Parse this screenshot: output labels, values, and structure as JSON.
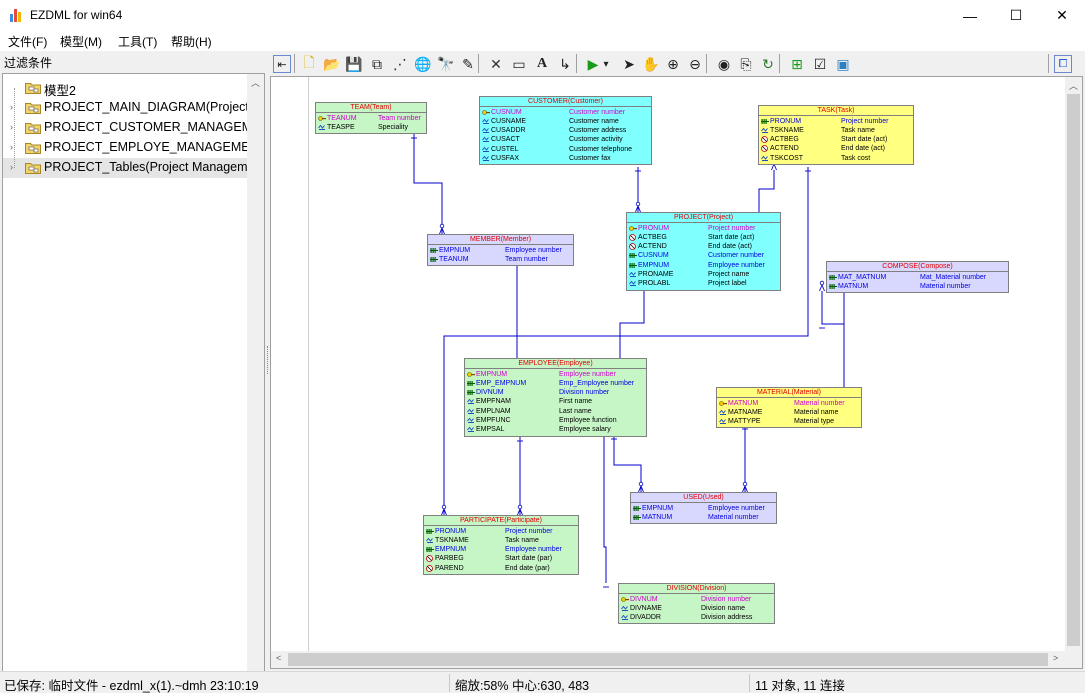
{
  "window": {
    "title": "EZDML for win64",
    "minimize": "—",
    "maximize": "☐",
    "close": "✕"
  },
  "menu": [
    {
      "label": "文件(F)"
    },
    {
      "label": "模型(M)"
    },
    {
      "label": "工具(T)"
    },
    {
      "label": "帮助(H)"
    }
  ],
  "left_panel": {
    "filter_label": "过滤条件",
    "tree": [
      {
        "label": "模型2"
      },
      {
        "label": "PROJECT_MAIN_DIAGRAM(Project"
      },
      {
        "label": "PROJECT_CUSTOMER_MANAGEME"
      },
      {
        "label": "PROJECT_EMPLOYE_MANAGEMEN"
      },
      {
        "label": "PROJECT_Tables(Project Managem"
      }
    ]
  },
  "toolbar": {
    "icons": [
      "panel-toggle-icon",
      "new-icon",
      "open-icon",
      "save-icon",
      "copy-icon",
      "layout-icon",
      "globe-icon",
      "find-icon",
      "pen-icon",
      "delete-icon",
      "rect-icon",
      "text-icon",
      "link-icon",
      "run-icon",
      "dropdown-icon",
      "pointer-icon",
      "hand-icon",
      "zoom-in-icon",
      "zoom-out-icon",
      "eye-icon",
      "export-icon",
      "refresh-icon",
      "add-table-icon",
      "properties-icon",
      "image-icon",
      "window-icon"
    ]
  },
  "entities": {
    "team": {
      "title": "TEAM(Team)",
      "rows": [
        {
          "name": "TEANUM",
          "desc": "Team number",
          "kind": "pk",
          "icon": "key-icon"
        },
        {
          "name": "TEASPE",
          "desc": "Speciality",
          "kind": "",
          "icon": "field-icon"
        }
      ]
    },
    "customer": {
      "title": "CUSTOMER(Customer)",
      "rows": [
        {
          "name": "CUSNUM",
          "desc": "Customer number",
          "kind": "pk",
          "icon": "key-icon"
        },
        {
          "name": "CUSNAME",
          "desc": "Customer name",
          "kind": "",
          "icon": "field-icon"
        },
        {
          "name": "CUSADDR",
          "desc": "Customer address",
          "kind": "",
          "icon": "field-icon"
        },
        {
          "name": "CUSACT",
          "desc": "Customer activity",
          "kind": "",
          "icon": "field-icon"
        },
        {
          "name": "CUSTEL",
          "desc": "Customer telephone",
          "kind": "",
          "icon": "field-icon"
        },
        {
          "name": "CUSFAX",
          "desc": "Customer fax",
          "kind": "",
          "icon": "field-icon"
        }
      ]
    },
    "task": {
      "title": "TASK(Task)",
      "rows": [
        {
          "name": "PRONUM",
          "desc": "Project number",
          "kind": "fk",
          "icon": "fk-icon"
        },
        {
          "name": "TSKNAME",
          "desc": "Task name",
          "kind": "",
          "icon": "pk-field-icon"
        },
        {
          "name": "ACTBEG",
          "desc": "Start date (act)",
          "kind": "",
          "icon": "date-icon"
        },
        {
          "name": "ACTEND",
          "desc": "End date (act)",
          "kind": "",
          "icon": "date-icon"
        },
        {
          "name": "TSKCOST",
          "desc": "Task cost",
          "kind": "",
          "icon": "field-icon"
        }
      ]
    },
    "member": {
      "title": "MEMBER(Member)",
      "rows": [
        {
          "name": "EMPNUM",
          "desc": "Employee number",
          "kind": "fk",
          "icon": "fk-icon"
        },
        {
          "name": "TEANUM",
          "desc": "Team number",
          "kind": "fk",
          "icon": "fk-icon"
        }
      ]
    },
    "project": {
      "title": "PROJECT(Project)",
      "rows": [
        {
          "name": "PRONUM",
          "desc": "Project number",
          "kind": "pk",
          "icon": "key-icon"
        },
        {
          "name": "ACTBEG",
          "desc": "Start date (act)",
          "kind": "",
          "icon": "date-icon"
        },
        {
          "name": "ACTEND",
          "desc": "End date (act)",
          "kind": "",
          "icon": "date-icon"
        },
        {
          "name": "CUSNUM",
          "desc": "Customer number",
          "kind": "fk",
          "icon": "fk-icon"
        },
        {
          "name": "EMPNUM",
          "desc": "Employee number",
          "kind": "fk",
          "icon": "fk-icon"
        },
        {
          "name": "PRONAME",
          "desc": "Project name",
          "kind": "",
          "icon": "field-icon"
        },
        {
          "name": "PROLABL",
          "desc": "Project label",
          "kind": "",
          "icon": "field-icon"
        }
      ]
    },
    "compose": {
      "title": "COMPOSE(Compose)",
      "rows": [
        {
          "name": "MAT_MATNUM",
          "desc": "Mat_Material number",
          "kind": "fk",
          "icon": "fk-icon"
        },
        {
          "name": "MATNUM",
          "desc": "Material number",
          "kind": "fk",
          "icon": "fk-icon"
        }
      ]
    },
    "employee": {
      "title": "EMPLOYEE(Employee)",
      "rows": [
        {
          "name": "EMPNUM",
          "desc": "Employee number",
          "kind": "pk",
          "icon": "key-icon"
        },
        {
          "name": "EMP_EMPNUM",
          "desc": "Emp_Employee number",
          "kind": "fk",
          "icon": "fk-icon"
        },
        {
          "name": "DIVNUM",
          "desc": "Division number",
          "kind": "fk",
          "icon": "fk-icon"
        },
        {
          "name": "EMPFNAM",
          "desc": "First name",
          "kind": "",
          "icon": "field-icon"
        },
        {
          "name": "EMPLNAM",
          "desc": "Last name",
          "kind": "",
          "icon": "field-icon"
        },
        {
          "name": "EMPFUNC",
          "desc": "Employee function",
          "kind": "",
          "icon": "field-icon"
        },
        {
          "name": "EMPSAL",
          "desc": "Employee salary",
          "kind": "",
          "icon": "field-icon"
        }
      ]
    },
    "material": {
      "title": "MATERIAL(Material)",
      "rows": [
        {
          "name": "MATNUM",
          "desc": "Material number",
          "kind": "pk",
          "icon": "key-icon"
        },
        {
          "name": "MATNAME",
          "desc": "Material name",
          "kind": "",
          "icon": "field-icon"
        },
        {
          "name": "MATTYPE",
          "desc": "Material type",
          "kind": "",
          "icon": "field-icon"
        }
      ]
    },
    "used": {
      "title": "USED(Used)",
      "rows": [
        {
          "name": "EMPNUM",
          "desc": "Employee number",
          "kind": "fk",
          "icon": "fk-icon"
        },
        {
          "name": "MATNUM",
          "desc": "Material number",
          "kind": "fk",
          "icon": "fk-icon"
        }
      ]
    },
    "participate": {
      "title": "PARTICIPATE(Participate)",
      "rows": [
        {
          "name": "PRONUM",
          "desc": "Project number",
          "kind": "fk",
          "icon": "fk-icon"
        },
        {
          "name": "TSKNAME",
          "desc": "Task name",
          "kind": "",
          "icon": "pk-field-icon"
        },
        {
          "name": "EMPNUM",
          "desc": "Employee number",
          "kind": "fk",
          "icon": "fk-icon"
        },
        {
          "name": "PARBEG",
          "desc": "Start date (par)",
          "kind": "",
          "icon": "date-icon"
        },
        {
          "name": "PAREND",
          "desc": "End date (par)",
          "kind": "",
          "icon": "date-icon"
        }
      ]
    },
    "division": {
      "title": "DIVISION(Division)",
      "rows": [
        {
          "name": "DIVNUM",
          "desc": "Division number",
          "kind": "pk",
          "icon": "key-icon"
        },
        {
          "name": "DIVNAME",
          "desc": "Division name",
          "kind": "",
          "icon": "field-icon"
        },
        {
          "name": "DIVADDR",
          "desc": "Division address",
          "kind": "",
          "icon": "field-icon"
        }
      ]
    }
  },
  "colors": {
    "team": "#c6f5c6",
    "customer": "#80ffff",
    "task": "#ffff80",
    "member": "#d8d8ff",
    "project": "#80ffff",
    "compose": "#d8d8ff",
    "employee": "#c6f5c6",
    "material": "#ffff80",
    "used": "#d8d8ff",
    "participate": "#c6f5c6",
    "division": "#c6f5c6",
    "link": "#0000cc"
  },
  "status": {
    "saved": "已保存: 临时文件 - ezdml_x(1).~dmh 23:10:19",
    "zoom": "缩放:58% 中心:630, 483",
    "counts": "11 对象, 11 连接"
  }
}
